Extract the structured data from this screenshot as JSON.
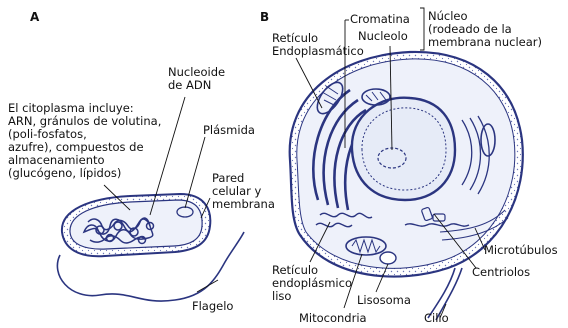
{
  "panels": {
    "a": "A",
    "b": "B"
  },
  "labels_a": {
    "cytoplasm": [
      "El citoplasma incluye:",
      "ARN, gránulos de volutina,",
      "(poli-fosfatos,",
      "azufre), compuestos de",
      "almacenamiento",
      "(glucógeno, lípidos)"
    ],
    "nucleoid": [
      "Nucleoide",
      "de ADN"
    ],
    "plasmid": "Plásmida",
    "wall": [
      "Pared",
      "celular y",
      "membrana"
    ],
    "flagellum": "Flagelo"
  },
  "labels_b": {
    "chromatin": "Cromatina",
    "nucleolus": "Nucleolo",
    "nucleus": [
      "Núcleo",
      "(rodeado de la",
      "membrana nuclear)"
    ],
    "rer": [
      "Retículo",
      "Endoplasmático"
    ],
    "ser": [
      "Retículo",
      "endoplásmico",
      "liso"
    ],
    "microtubules": "Microtúbulos",
    "centrioles": "Centriolos",
    "lysosome": "Lisosoma",
    "mitochondria": "Mitocondria",
    "cilium": "Cilio"
  },
  "colors": {
    "line": "#2b3580",
    "fill": "#dde3f3",
    "dots": "#6c77b5",
    "text": "#111111"
  }
}
